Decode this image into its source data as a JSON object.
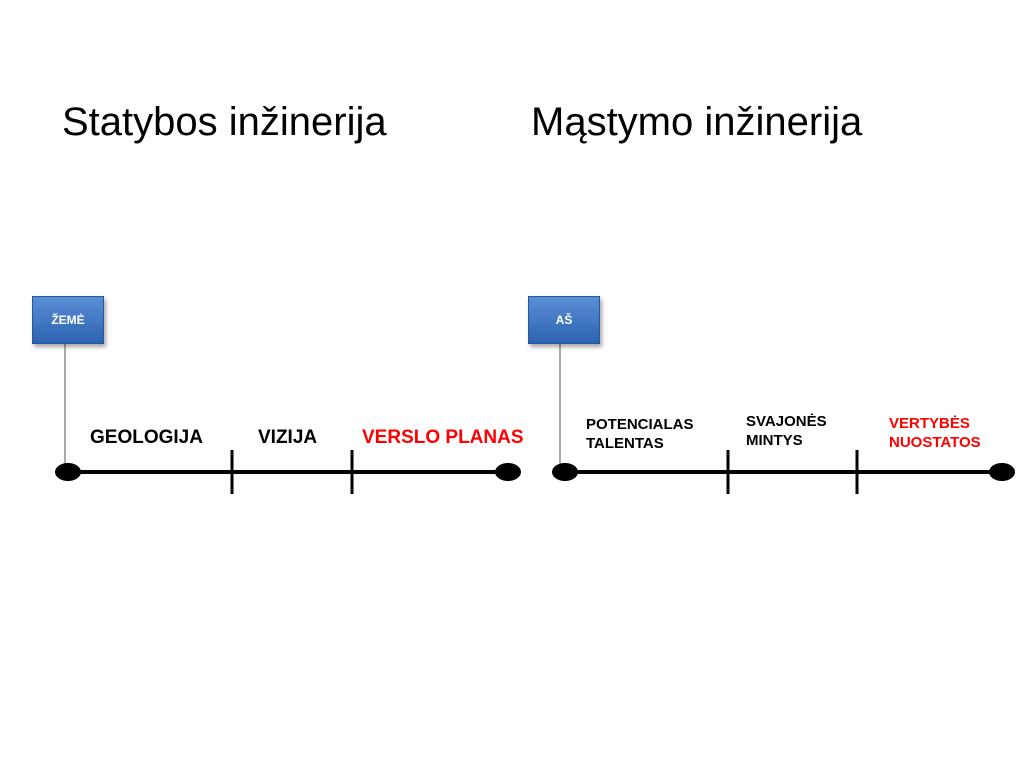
{
  "titles": {
    "left": "Statybos inžinerija",
    "right": "Mąstymo inžinerija"
  },
  "tags": {
    "left": "ŽEMĖ",
    "right": "AŠ"
  },
  "left_timeline": {
    "stage_1": "GEOLOGIJA",
    "stage_2": "VIZIJA",
    "stage_3": "VERSLO PLANAS"
  },
  "right_timeline": {
    "stage_1_line_1": "POTENCIALAS",
    "stage_1_line_2": "TALENTAS",
    "stage_2_line_1": "SVAJONĖS",
    "stage_2_line_2": "MINTYS",
    "stage_3_line_1": "VERTYBĖS",
    "stage_3_line_2": "NUOSTATOS"
  },
  "colors": {
    "highlight": "#ff0000",
    "text": "#000000",
    "tag_fill": "#3f76c6"
  }
}
